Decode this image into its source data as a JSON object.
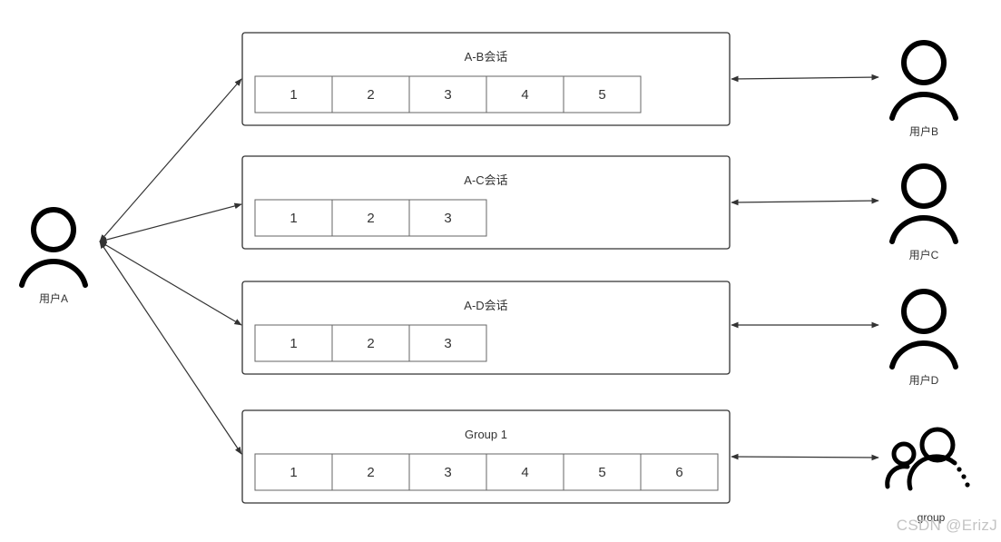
{
  "user_a": {
    "label": "用户A",
    "icon": "person-icon"
  },
  "sessions": [
    {
      "title": "A-B会话",
      "cells": [
        "1",
        "2",
        "3",
        "4",
        "5"
      ],
      "peer": {
        "label": "用户B",
        "icon": "person-icon"
      }
    },
    {
      "title": "A-C会话",
      "cells": [
        "1",
        "2",
        "3"
      ],
      "peer": {
        "label": "用户C",
        "icon": "person-icon"
      }
    },
    {
      "title": "A-D会话",
      "cells": [
        "1",
        "2",
        "3"
      ],
      "peer": {
        "label": "用户D",
        "icon": "person-icon"
      }
    },
    {
      "title": "Group 1",
      "cells": [
        "1",
        "2",
        "3",
        "4",
        "5",
        "6"
      ],
      "peer": {
        "label": "group",
        "icon": "group-icon"
      }
    }
  ],
  "watermark": "CSDN @ErizJ",
  "colors": {
    "stroke": "#333333",
    "icon": "#000000",
    "cell_border": "#666666"
  }
}
